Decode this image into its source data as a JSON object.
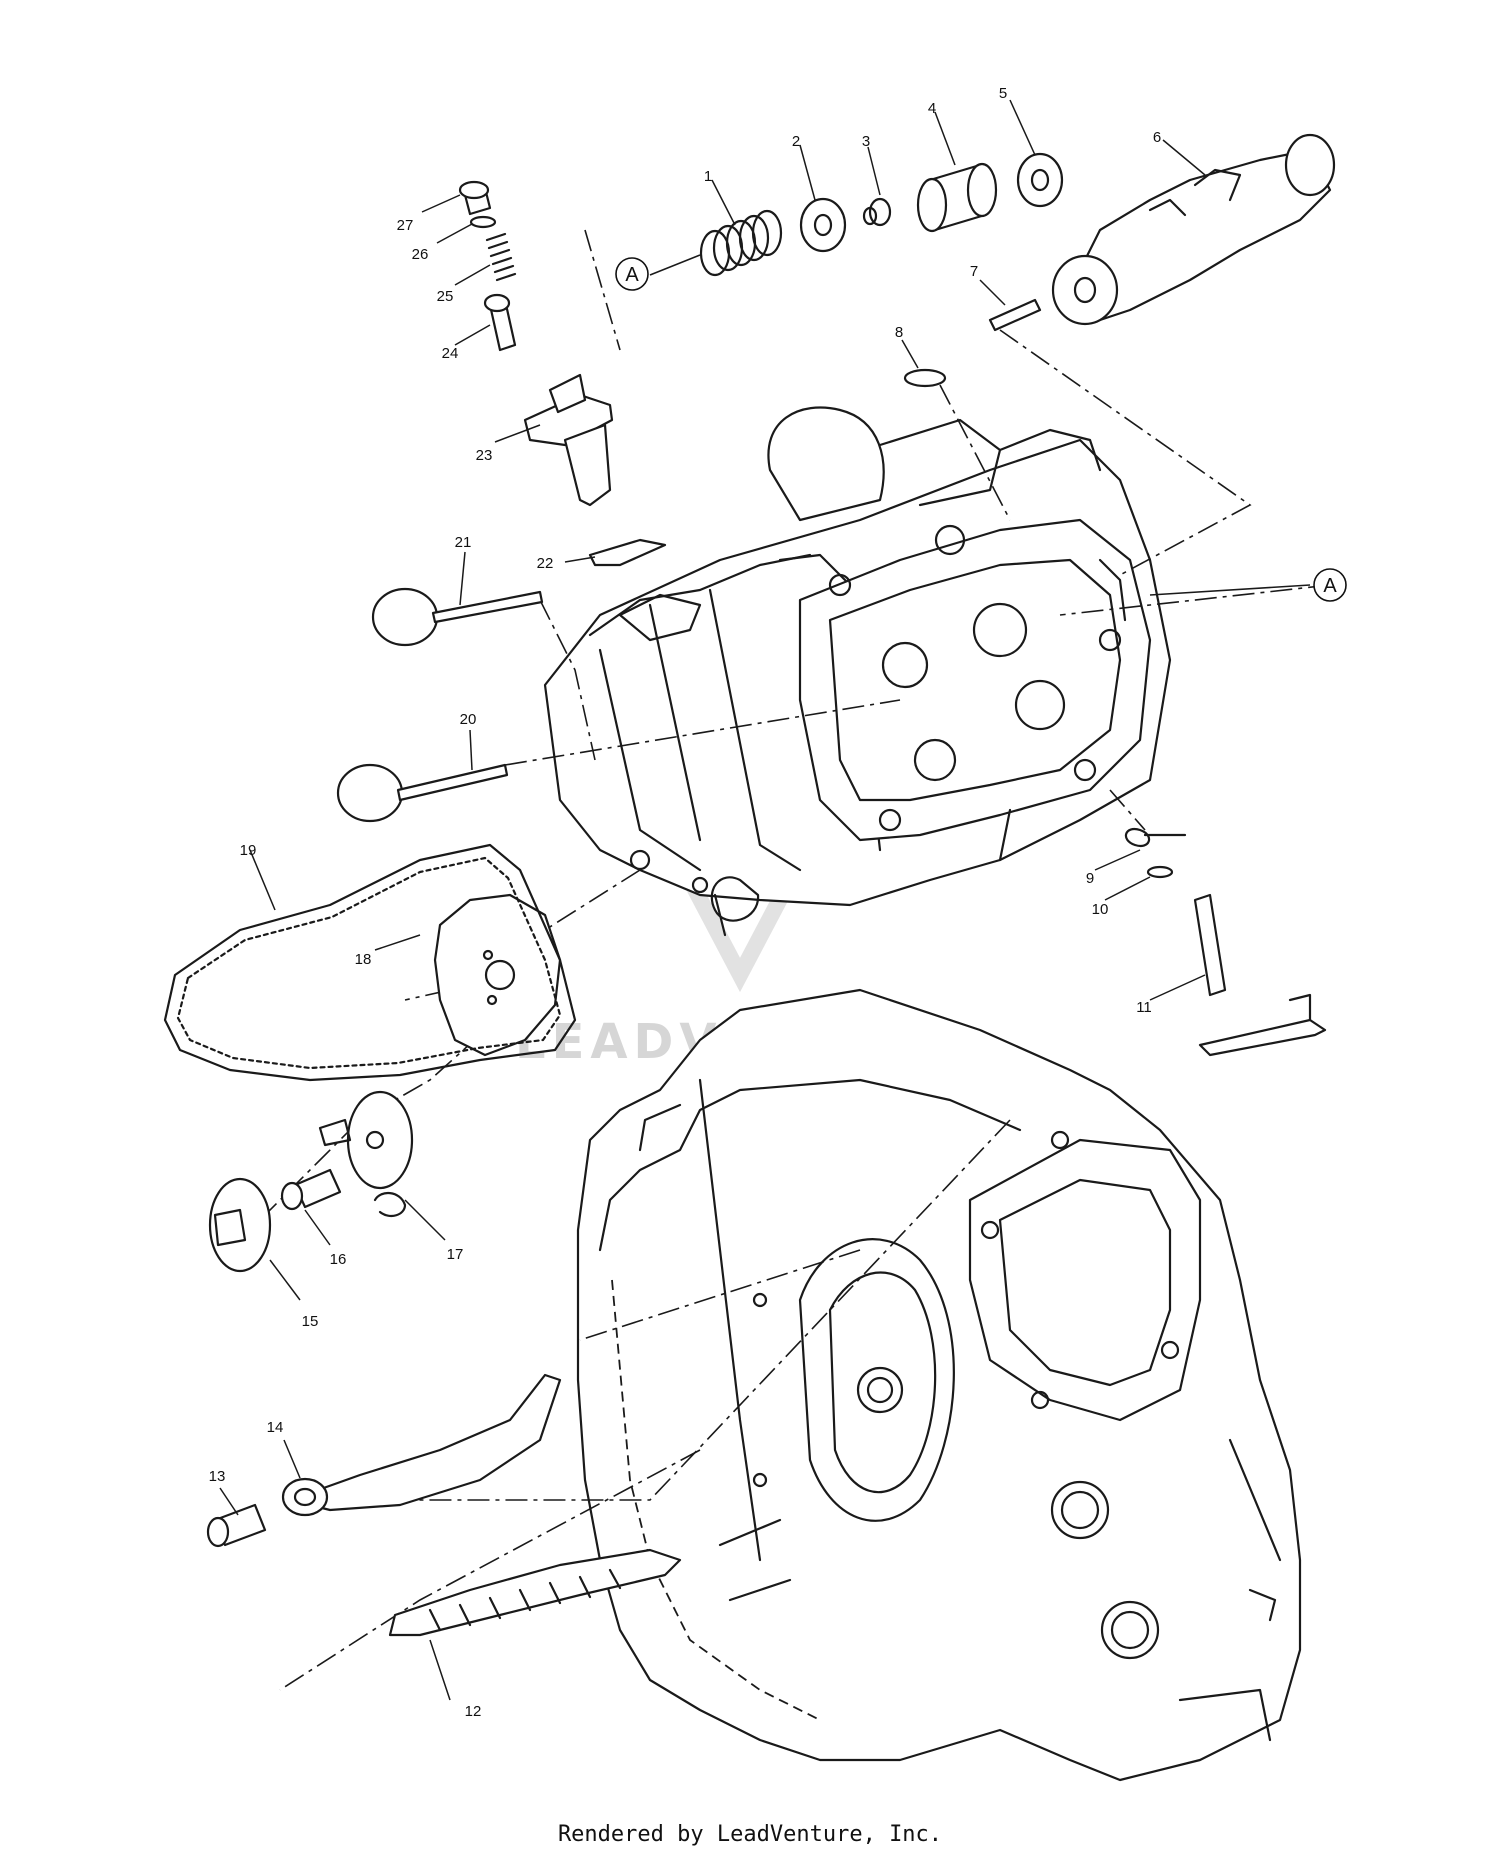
{
  "diagram": {
    "reference_marker": "A",
    "callouts": [
      {
        "id": "1",
        "label": "1"
      },
      {
        "id": "2",
        "label": "2"
      },
      {
        "id": "3",
        "label": "3"
      },
      {
        "id": "4",
        "label": "4"
      },
      {
        "id": "5",
        "label": "5"
      },
      {
        "id": "6",
        "label": "6"
      },
      {
        "id": "7",
        "label": "7"
      },
      {
        "id": "8",
        "label": "8"
      },
      {
        "id": "9",
        "label": "9"
      },
      {
        "id": "10",
        "label": "10"
      },
      {
        "id": "11",
        "label": "11"
      },
      {
        "id": "12",
        "label": "12"
      },
      {
        "id": "13",
        "label": "13"
      },
      {
        "id": "14",
        "label": "14"
      },
      {
        "id": "15",
        "label": "15"
      },
      {
        "id": "16",
        "label": "16"
      },
      {
        "id": "17",
        "label": "17"
      },
      {
        "id": "18",
        "label": "18"
      },
      {
        "id": "19",
        "label": "19"
      },
      {
        "id": "20",
        "label": "20"
      },
      {
        "id": "21",
        "label": "21"
      },
      {
        "id": "22",
        "label": "22"
      },
      {
        "id": "23",
        "label": "23"
      },
      {
        "id": "24",
        "label": "24"
      },
      {
        "id": "25",
        "label": "25"
      },
      {
        "id": "26",
        "label": "26"
      },
      {
        "id": "27",
        "label": "27"
      }
    ]
  },
  "watermark": {
    "text": "LEADVENTURE"
  },
  "footer": {
    "text": "Rendered by LeadVenture, Inc."
  }
}
